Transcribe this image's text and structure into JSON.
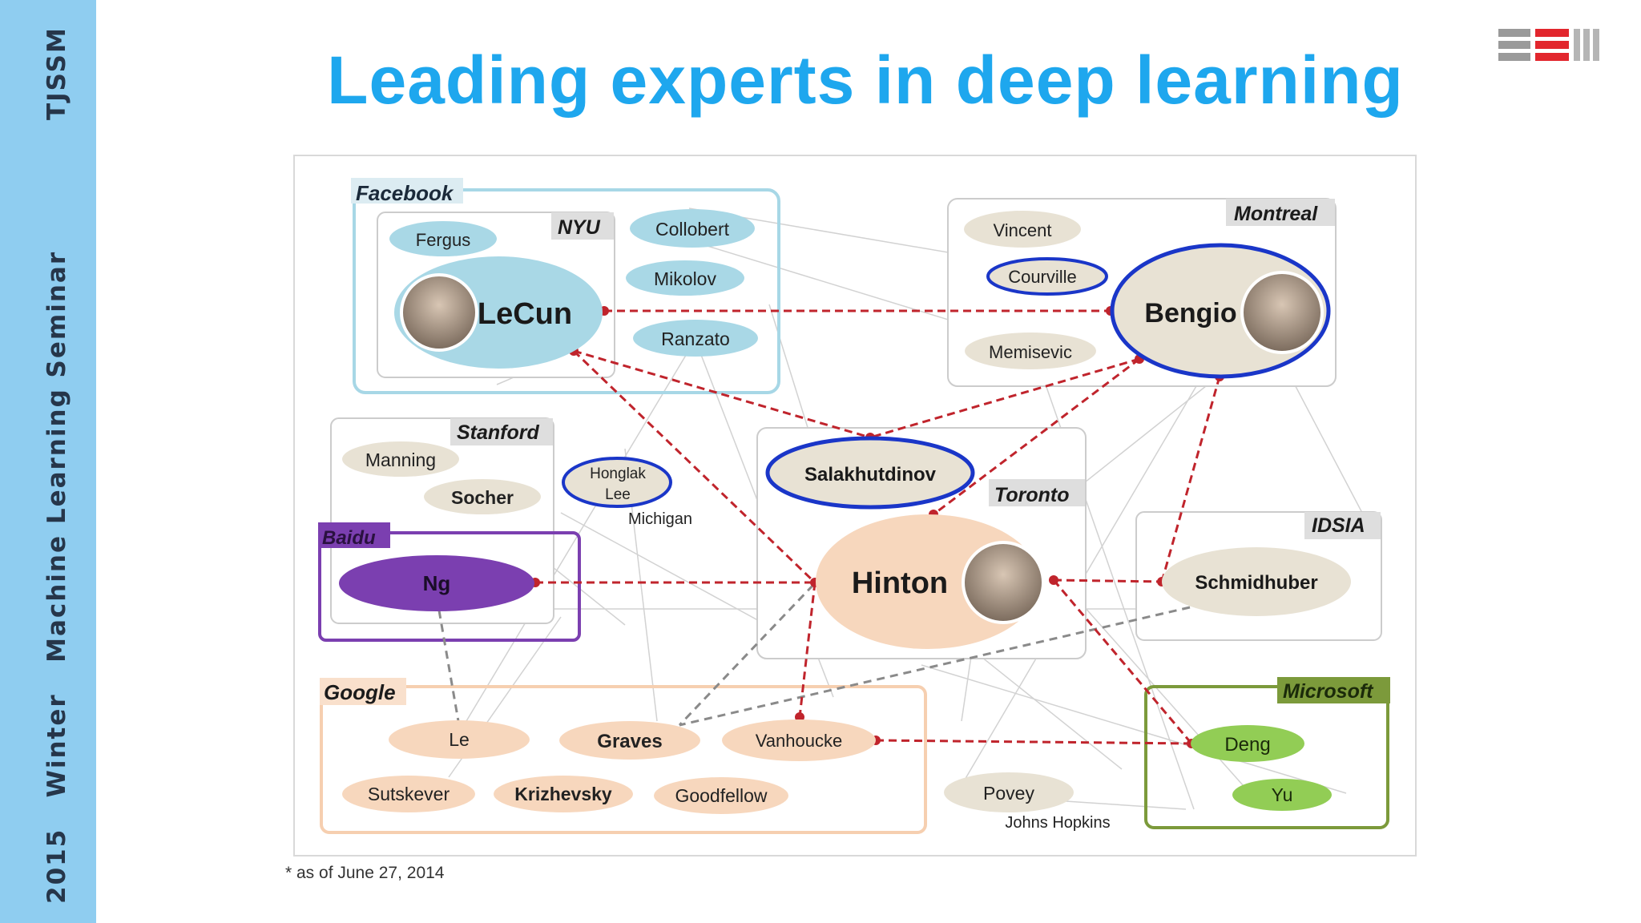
{
  "sidebar": {
    "org": "TJSSM",
    "seminar_year": "2015",
    "seminar_season": "Winter",
    "seminar_name": "Machine Learning Seminar"
  },
  "slide": {
    "title": "Leading experts in deep learning",
    "footnote": "* as of June 27, 2014"
  },
  "colors": {
    "sidebar": "#8fcdf0",
    "title": "#1ea7ee",
    "link": "#c0242c",
    "highlight_ring": "#1a36c8",
    "facebook_box": "#a7d7e6",
    "baidu": "#7b3fb0",
    "google_box": "#f6cfb0",
    "microsoft": "#7c9a3b"
  },
  "groups": {
    "facebook": "Facebook",
    "nyu": "NYU",
    "montreal": "Montreal",
    "stanford": "Stanford",
    "baidu": "Baidu",
    "toronto": "Toronto",
    "idsia": "IDSIA",
    "google": "Google",
    "microsoft": "Microsoft"
  },
  "people": {
    "fergus": "Fergus",
    "lecun": "LeCun",
    "collobert": "Collobert",
    "mikolov": "Mikolov",
    "ranzato": "Ranzato",
    "vincent": "Vincent",
    "courville": "Courville",
    "memisevic": "Memisevic",
    "bengio": "Bengio",
    "manning": "Manning",
    "socher": "Socher",
    "honglak_line1": "Honglak",
    "honglak_line2": "Lee",
    "ng": "Ng",
    "salakhutdinov": "Salakhutdinov",
    "hinton": "Hinton",
    "schmidhuber": "Schmidhuber",
    "le": "Le",
    "graves": "Graves",
    "vanhoucke": "Vanhoucke",
    "sutskever": "Sutskever",
    "krizhevsky": "Krizhevsky",
    "goodfellow": "Goodfellow",
    "deng": "Deng",
    "yu": "Yu",
    "povey": "Povey"
  },
  "affiliations": {
    "michigan": "Michigan",
    "johns_hopkins": "Johns Hopkins"
  }
}
